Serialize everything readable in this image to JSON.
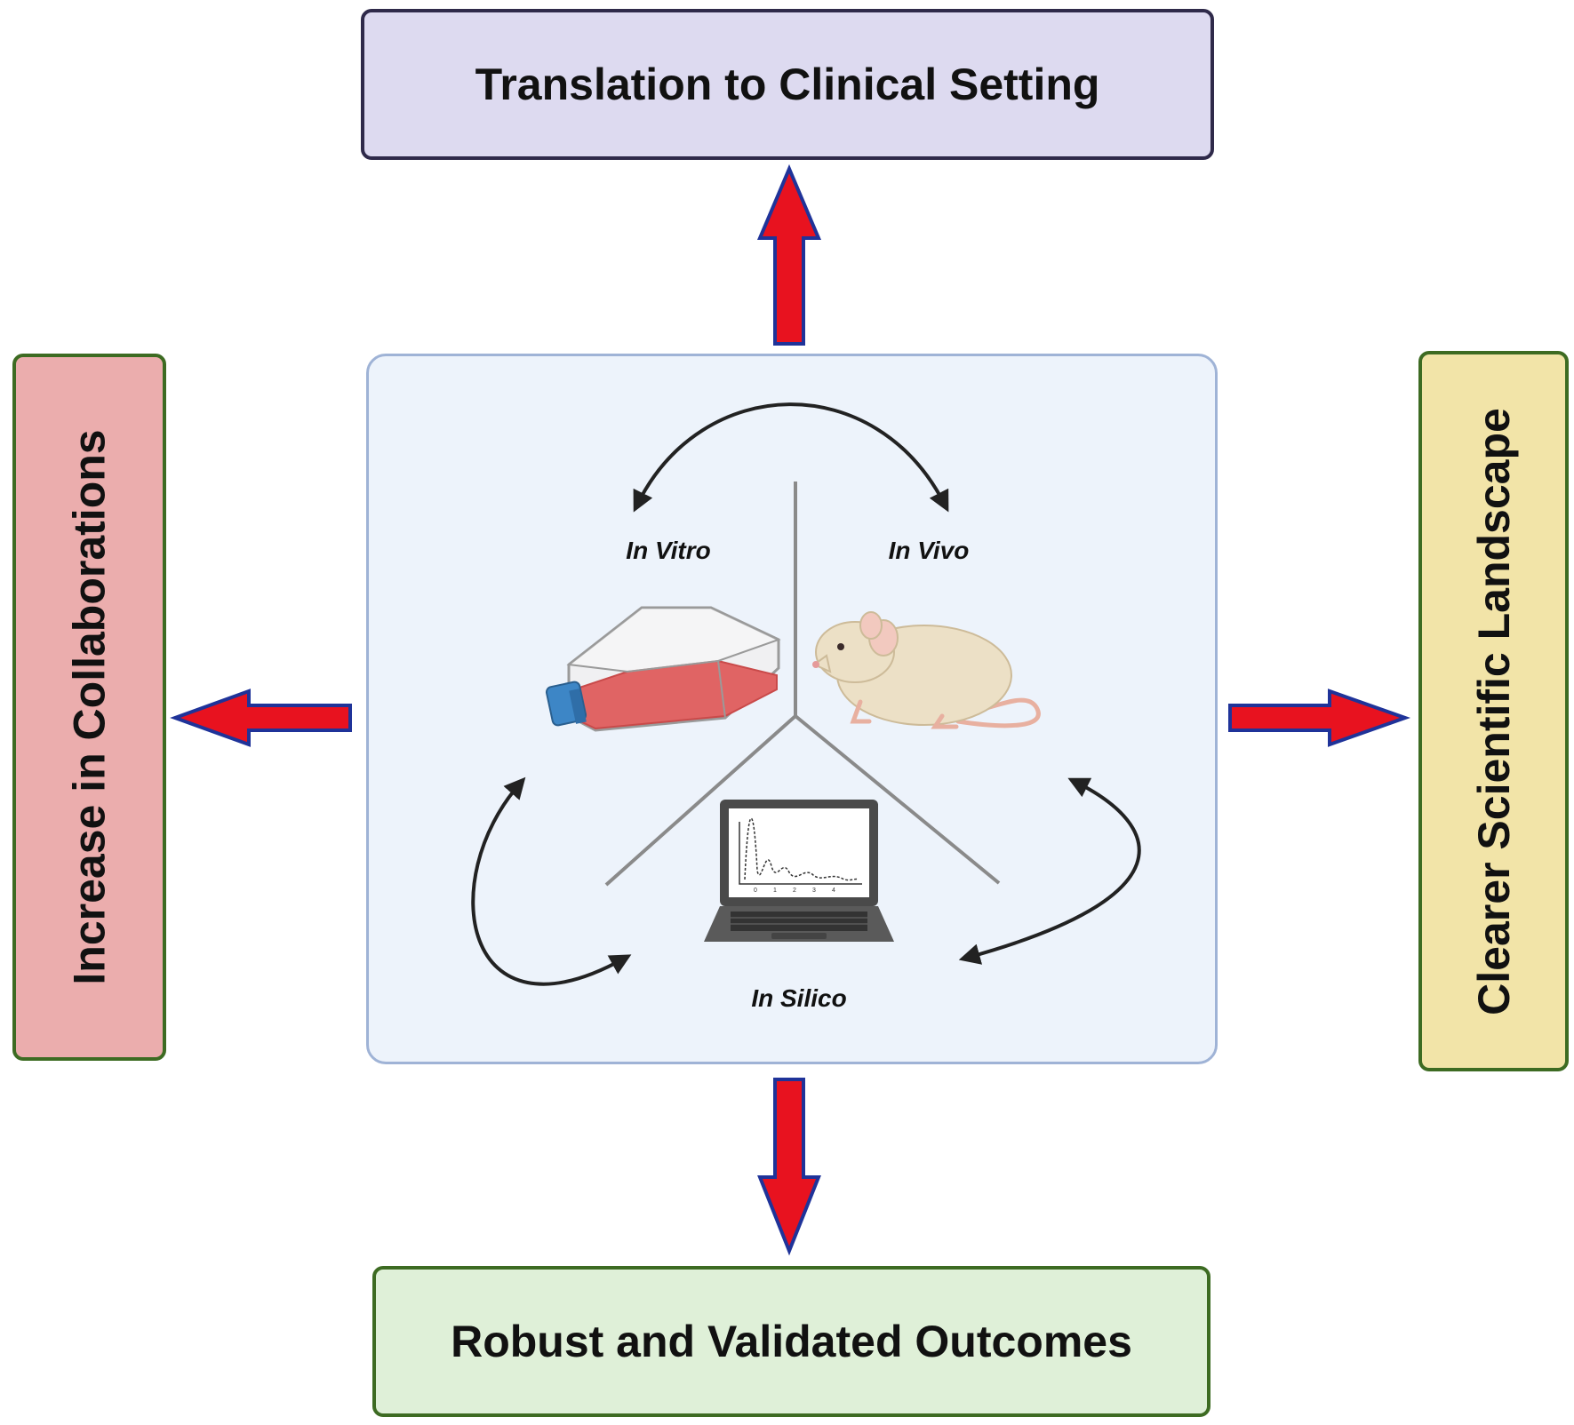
{
  "outcomes": {
    "top": {
      "label": "Translation to Clinical Setting",
      "fill": "#dddaf0"
    },
    "bottom": {
      "label": "Robust and Validated Outcomes",
      "fill": "#dff0d8"
    },
    "left": {
      "label": "Increase in Collaborations",
      "fill": "#ebadad"
    },
    "right": {
      "label": "Clearer Scientific Landscape",
      "fill": "#f2e4a8"
    }
  },
  "center": {
    "fill": "#edf3fb",
    "labels": {
      "in_vitro": "In Vitro",
      "in_vivo": "In Vivo",
      "in_silico": "In Silico"
    }
  },
  "arrows": {
    "fill": "#e8121f",
    "stroke": "#1f3399"
  },
  "laptop_axis_ticks": [
    "0",
    "1",
    "2",
    "3",
    "4"
  ],
  "icons": {
    "flask": "cell-culture-flask-icon",
    "mouse": "mouse-icon",
    "laptop": "laptop-icon"
  }
}
